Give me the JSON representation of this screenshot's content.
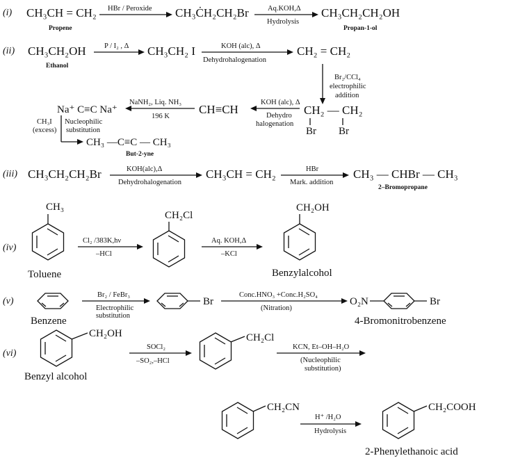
{
  "diagram": {
    "r1": {
      "numeral": "(i)",
      "s1": "CH₃CH = CH₂",
      "s1_name": "Propene",
      "a1_top": "HBr / Peroxide",
      "s2": "CH₃ĊH₂CH₂Br",
      "a2_top": "Aq.KOH,Δ",
      "a2_bot": "Hydrolysis",
      "s3": "CH₃CH₂CH₂OH",
      "s3_name": "Propan-1-ol"
    },
    "r2": {
      "numeral": "(ii)",
      "s1": "CH₃CH₂OH",
      "s1_name": "Ethanol",
      "a1_top": "P / I₂ , Δ",
      "s2": "CH₃CH₂ I",
      "a2_top": "KOH (alc), Δ",
      "a2_bot": "Dehydrohalogenation",
      "s3": "CH₂ = CH₂",
      "down_1": "Br₂/CCl₄",
      "down_2": "electrophilic",
      "down_3": "addition",
      "s4": "CH₂ — CH₂",
      "s4_br1": "Br",
      "s4_br2": "Br",
      "a4_top": "KOH (alc), Δ",
      "a4_bot1": "Dehydro",
      "a4_bot2": "halogenation",
      "s5": "CH≡CH",
      "a5_top": "NaNH₂, Liq. NH₃",
      "a5_bot": "196 K",
      "s6": "Na⁺ C≡C Na⁺",
      "reag_1": "CH₃I",
      "reag_2": "(excess)",
      "cond_1": "Nucleophilic",
      "cond_2": "substitution",
      "s7": "CH₃ —C≡C — CH₃",
      "s7_name": "But-2-yne"
    },
    "r3": {
      "numeral": "(iii)",
      "s1": "CH₃CH₂CH₂Br",
      "a1_top": "KOH(alc),Δ",
      "a1_bot": "Dehydrohalogenation",
      "s2": "CH₃CH = CH₂",
      "a2_top": "HBr",
      "a2_bot": "Mark. addition",
      "s3": "CH₃  — CHBr — CH₃",
      "s3_name": "2–Bromopropane"
    },
    "r4": {
      "numeral": "(iv)",
      "sub1": "CH₃",
      "name1": "Toluene",
      "a1_top": "Cl₂ /383K,hν",
      "a1_bot": "–HCl",
      "sub2": "CH₂Cl",
      "a2_top": "Aq. KOH,Δ",
      "a2_bot": "–KCl",
      "sub3": "CH₂OH",
      "name3": "Benzylalcohol"
    },
    "r5": {
      "numeral": "(v)",
      "name1": "Benzene",
      "a1_top": "Br₂ / FeBr₃",
      "a1_bot1": "Electrophilic",
      "a1_bot2": "substitution",
      "sub2": "Br",
      "a2_top": "Conc.HNO₃ +Conc.H₂SO₄",
      "a2_bot": "(Nitration)",
      "sub3_left": "O₂N",
      "sub3_right": "Br",
      "name3": "4-Bromonitrobenzene"
    },
    "r6": {
      "numeral": "(vi)",
      "sub1": "CH₂OH",
      "name1": "Benzyl alcohol",
      "a1_top": "SOCl₂",
      "a1_bot": "–SO₂,–HCl",
      "sub2": "CH₂Cl",
      "a2_top": "KCN, Et–OH–H₂O",
      "a2_bot1": "(Nucleophilic",
      "a2_bot2": "substitution)",
      "sub3": "CH₂CN",
      "a3_top": "H⁺ /H₂O",
      "a3_bot": "Hydrolysis",
      "sub4": "CH₂COOH",
      "name4": "2-Phenylethanoic acid"
    }
  }
}
